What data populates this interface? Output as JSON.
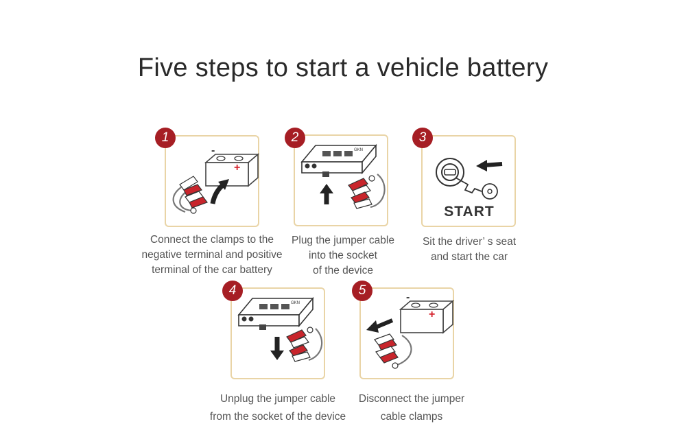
{
  "title": "Five steps to start a vehicle battery",
  "steps": [
    {
      "number": "1",
      "lines": [
        "Connect the clamps to the",
        "negative terminal and positive",
        "terminal of the car battery"
      ]
    },
    {
      "number": "2",
      "lines": [
        "Plug the jumper cable",
        "into the socket",
        "of the device"
      ]
    },
    {
      "number": "3",
      "lines": [
        "Sit the driver’ s seat",
        "and start the car"
      ],
      "image_text": "START"
    },
    {
      "number": "4",
      "lines": [
        "Unplug the jumper cable",
        "from the socket of the device"
      ]
    },
    {
      "number": "5",
      "lines": [
        "Disconnect the jumper",
        "cable clamps"
      ]
    }
  ],
  "battery": {
    "minus": "-",
    "plus": "+"
  },
  "colors": {
    "badge": "#a61e24",
    "card_border": "#e9d4a6",
    "clamp_red": "#c8252c",
    "plus_red": "#d4202a"
  },
  "icons": [
    "car-battery-icon",
    "jump-starter-device-icon",
    "jumper-clamps-icon",
    "ignition-key-icon",
    "arrow-icon"
  ]
}
